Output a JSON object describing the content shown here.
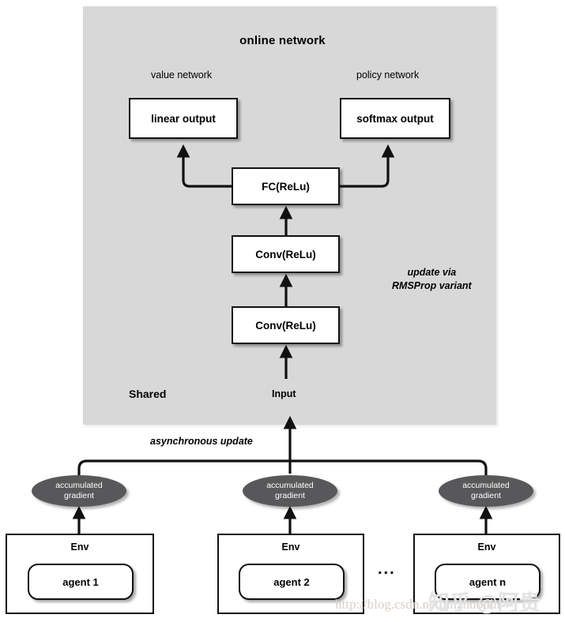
{
  "diagram": {
    "title": "online network",
    "shared_label": "Shared",
    "input_label": "Input",
    "value_network_label": "value network",
    "policy_network_label": "policy network",
    "update_note_line1": "update via",
    "update_note_line2": "RMSProp variant",
    "async_update_label": "asynchronous update",
    "ellipsis": "...",
    "colors": {
      "panel": "#d8d8d8",
      "node_fill": "#ffffff",
      "node_stroke": "#111111",
      "ellipse_fill": "#58585a",
      "ellipse_text": "#ffffff",
      "background": "#ffffff"
    },
    "nodes": [
      {
        "id": "linear-output",
        "label": "linear output"
      },
      {
        "id": "softmax-output",
        "label": "softmax output"
      },
      {
        "id": "fc-relu",
        "label": "FC(ReLu)"
      },
      {
        "id": "conv-relu-2",
        "label": "Conv(ReLu)"
      },
      {
        "id": "conv-relu-1",
        "label": "Conv(ReLu)"
      }
    ],
    "workers": [
      {
        "env_label": "Env",
        "agent_label": "agent 1",
        "gradient_line1": "accumulated",
        "gradient_line2": "gradient"
      },
      {
        "env_label": "Env",
        "agent_label": "agent 2",
        "gradient_line1": "accumulated",
        "gradient_line2": "gradient"
      },
      {
        "env_label": "Env",
        "agent_label": "agent n",
        "gradient_line1": "accumulated",
        "gradient_line2": "gradient"
      }
    ],
    "watermarks": {
      "url": "http://blog.csdn.net/jinzhuojun",
      "zhihu": "知乎 @阿贵"
    }
  }
}
